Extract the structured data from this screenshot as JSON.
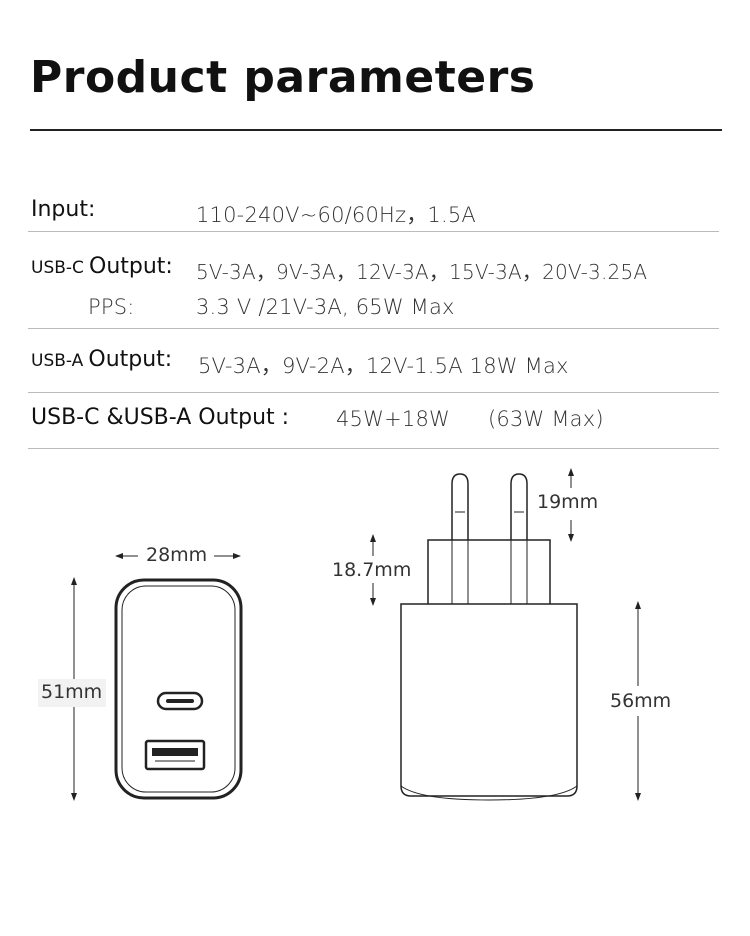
{
  "title": "Product parameters",
  "specs": {
    "input": {
      "label": "Input:",
      "value": "110-240V~60/60Hz，1.5A"
    },
    "usbc": {
      "label_prefix": "USB-C",
      "label_main": "Output:",
      "value": "5V-3A，9V-3A，12V-3A，15V-3A，20V-3.25A",
      "pps_label": "PPS:",
      "pps_value": "3.3 V /21V-3A,   65W  Max"
    },
    "usba": {
      "label_prefix": "USB-A",
      "label_main": "Output:",
      "value": "5V-3A，9V-2A，12V-1.5A  18W  Max"
    },
    "combined": {
      "label": "USB-C &USB-A Output :",
      "value1": "45W+18W",
      "value2": "(63W Max)"
    }
  },
  "dimensions": {
    "width": "28mm",
    "height": "51mm",
    "pin_length": "19mm",
    "base_height": "18.7mm",
    "body_height": "56mm"
  },
  "icons": {
    "usb_c_port": "usb-c-port-icon",
    "usb_a_port": "usb-a-port-icon"
  }
}
